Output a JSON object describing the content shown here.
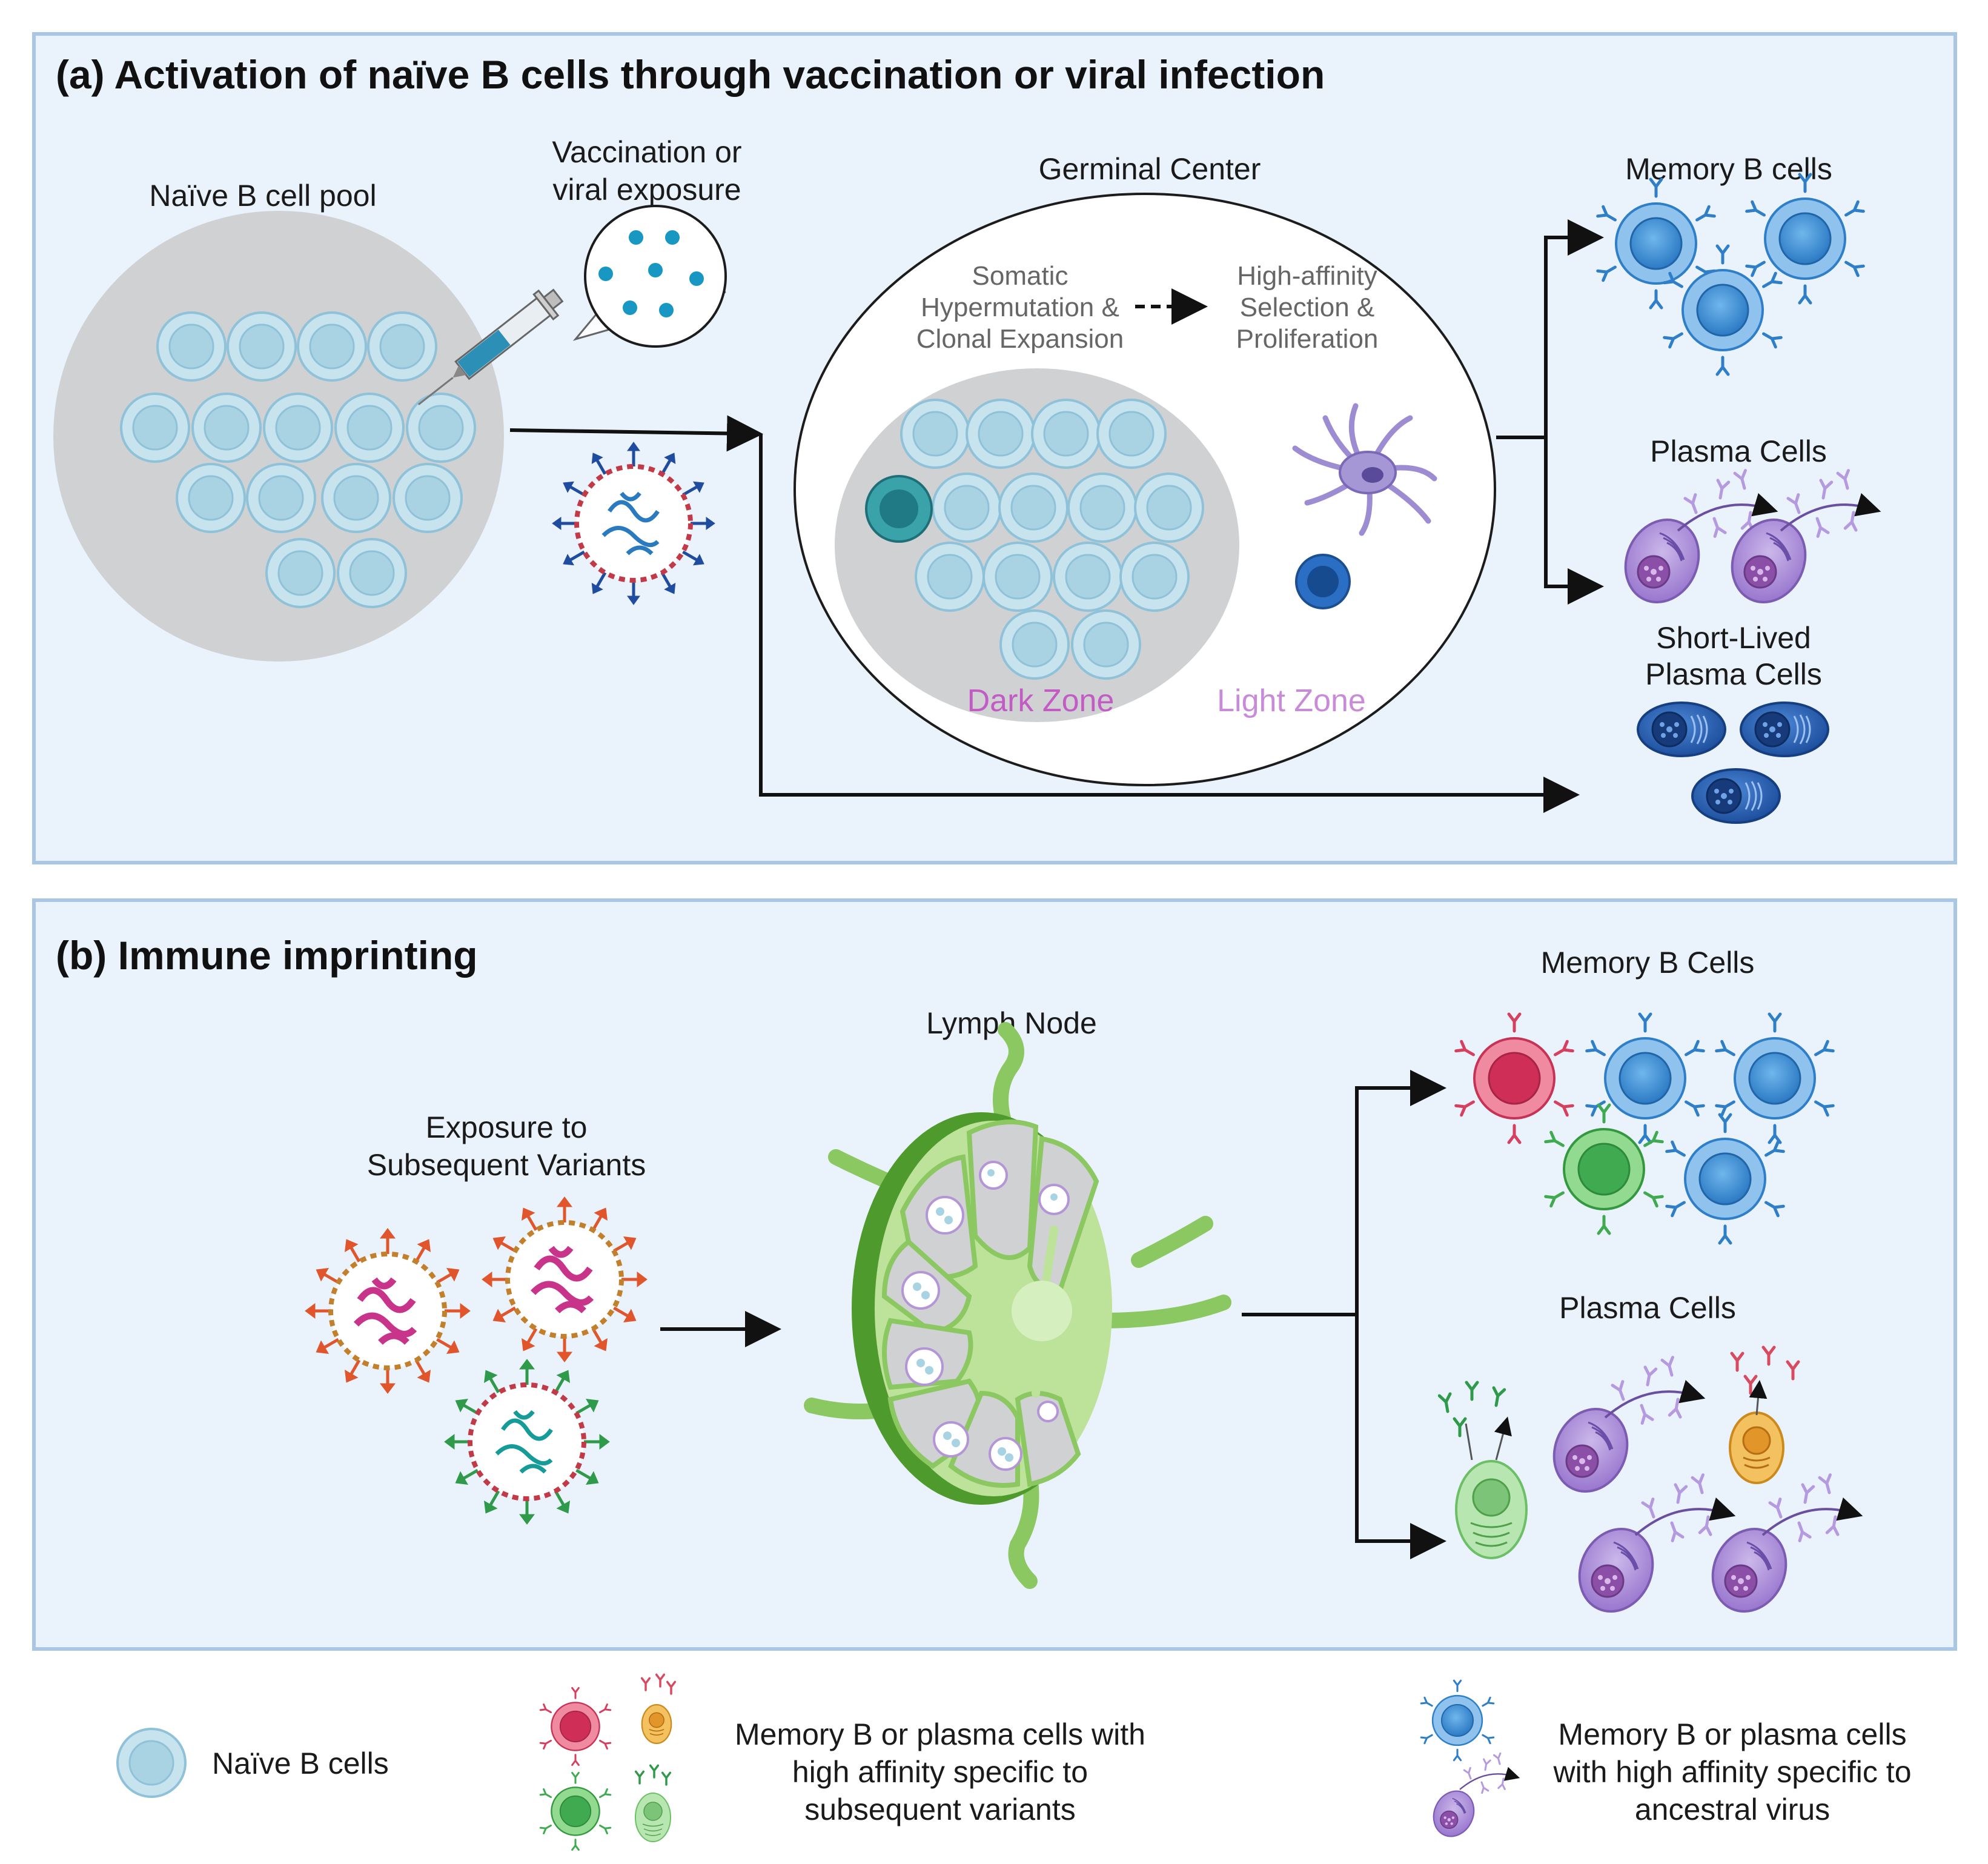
{
  "panel_a": {
    "title": "(a) Activation of naïve B cells through vaccination or viral infection",
    "naive_pool_label": "Naïve B cell pool",
    "vaccination_label_1": "Vaccination or",
    "vaccination_label_2": "viral exposure",
    "germinal_center_label": "Germinal Center",
    "shm_line_1": "Somatic",
    "shm_line_2": "Hypermutation &",
    "shm_line_3": "Clonal Expansion",
    "selection_line_1": "High-affinity",
    "selection_line_2": "Selection &",
    "selection_line_3": "Proliferation",
    "dark_zone_label": "Dark Zone",
    "light_zone_label": "Light Zone",
    "memory_label": "Memory B cells",
    "plasma_label": "Plasma Cells",
    "short_lived_line_1": "Short-Lived",
    "short_lived_line_2": "Plasma Cells"
  },
  "panel_b": {
    "title": "(b) Immune imprinting",
    "exposure_line_1": "Exposure to",
    "exposure_line_2": "Subsequent Variants",
    "lymph_node_label": "Lymph Node",
    "memory_label": "Memory B Cells",
    "plasma_label": "Plasma Cells"
  },
  "legend": {
    "naive_label": "Naïve B cells",
    "variant_line_1": "Memory B or plasma cells with",
    "variant_line_2": "high affinity specific to",
    "variant_line_3": "subsequent variants",
    "ancestral_line_1": "Memory B or plasma cells",
    "ancestral_line_2": "with high affinity specific to",
    "ancestral_line_3": "ancestral virus"
  },
  "colors": {
    "panel_fill": "#eaf3fc",
    "panel_border": "#a9c6e6",
    "naive_cell": "#bfe0ec",
    "memory_blue": "#3b8fd6",
    "plasma_purple": "#a88ad6",
    "short_lived_blue": "#2f63b5",
    "variant_red": "#d6405e",
    "variant_green": "#3faa50",
    "variant_orange": "#e9a233",
    "variant_teal": "#1aa7a0",
    "lymph_green": "#5fa83c",
    "zone_pink": "#c25bc4"
  }
}
